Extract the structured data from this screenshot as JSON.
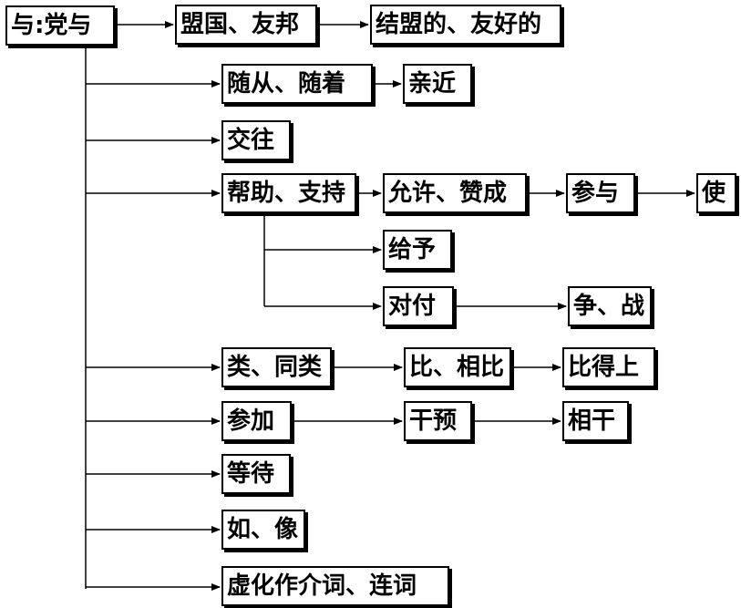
{
  "nodes": {
    "root": "与:党与",
    "alliance": "盟国、友邦",
    "allied": "结盟的、友好的",
    "follow": "随从、随着",
    "close": "亲近",
    "interact": "交往",
    "help": "帮助、支持",
    "allow": "允许、赞成",
    "participate": "参与",
    "cause": "使",
    "give": "给予",
    "deal": "对付",
    "fight": "争、战",
    "kind": "类、同类",
    "compare": "比、相比",
    "compare_match": "比得上",
    "join": "参加",
    "interfere": "干预",
    "concern": "相干",
    "wait": "等待",
    "like": "如、像",
    "function_word": "虚化作介词、连词"
  }
}
